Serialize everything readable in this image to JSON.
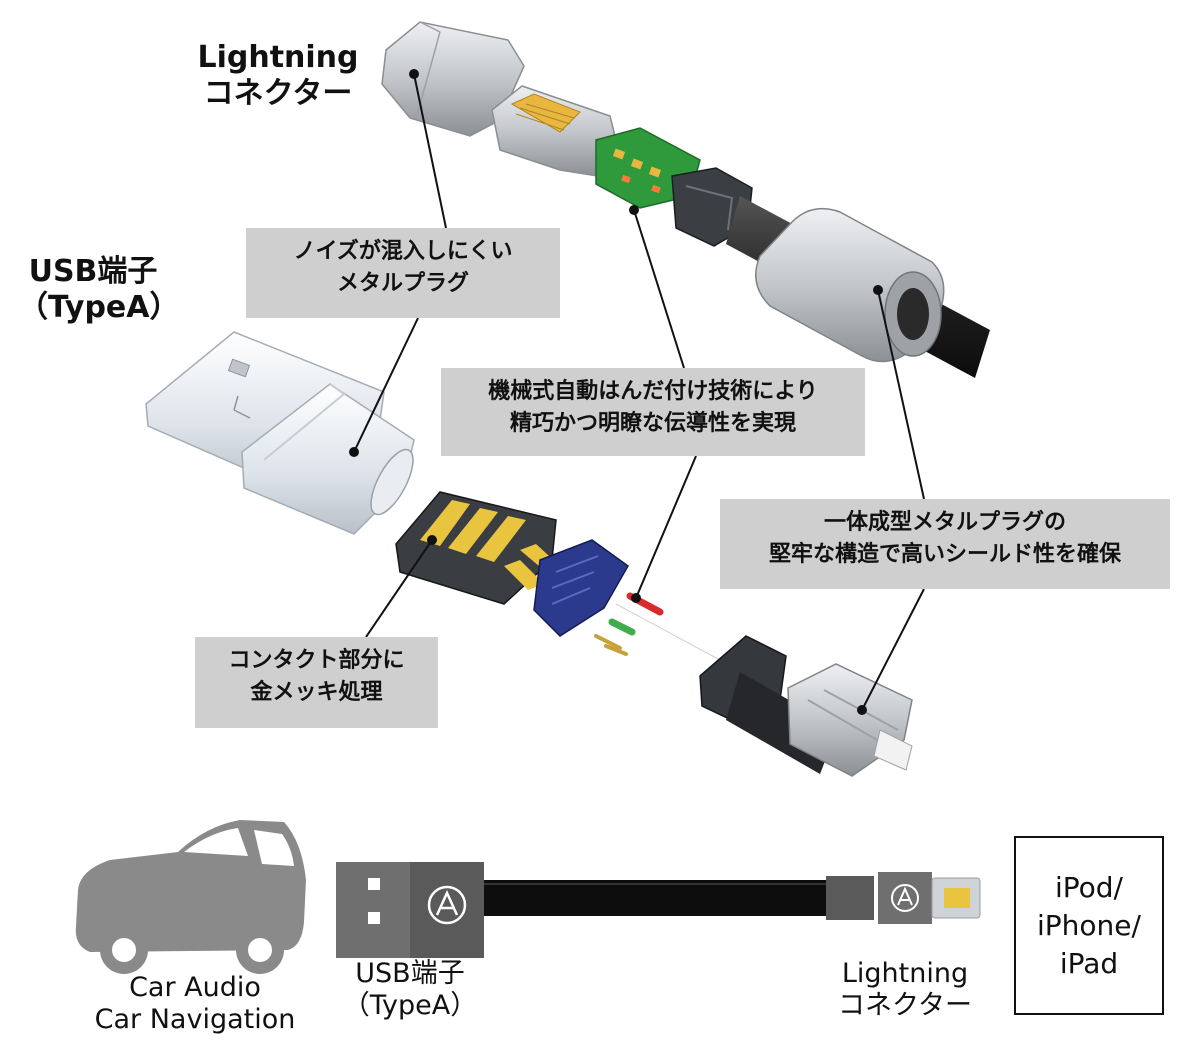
{
  "labels": {
    "lightning_connector": {
      "line1": "Lightning",
      "line2": "コネクター"
    },
    "usb_terminal": {
      "line1": "USB端子",
      "line2": "（TypeA）"
    }
  },
  "callouts": {
    "noise": {
      "line1": "ノイズが混入しにくい",
      "line2": "メタルプラグ"
    },
    "soldering": {
      "line1": "機械式自動はんだ付け技術により",
      "line2": "精巧かつ明瞭な伝導性を実現"
    },
    "plug": {
      "line1": "一体成型メタルプラグの",
      "line2": "堅牢な構造で高いシールド性を確保"
    },
    "contact": {
      "line1": "コンタクト部分に",
      "line2": "金メッキ処理"
    }
  },
  "bottom": {
    "car": {
      "line1": "Car Audio",
      "line2": "Car Navigation"
    },
    "usb": {
      "line1": "USB端子",
      "line2": "（TypeA）"
    },
    "lightning": {
      "line1": "Lightning",
      "line2": "コネクター"
    },
    "device": {
      "line1": "iPod/",
      "line2": "iPhone/",
      "line3": "iPad"
    }
  },
  "colors": {
    "callout_bg": "#cfcfcf",
    "metal": "#c9ccd0",
    "pcb": "#2e9a3c",
    "gold": "#e9b640",
    "holder": "#2b3a8c",
    "cable": "#2a2a2a",
    "car": "#8a8a8a"
  }
}
